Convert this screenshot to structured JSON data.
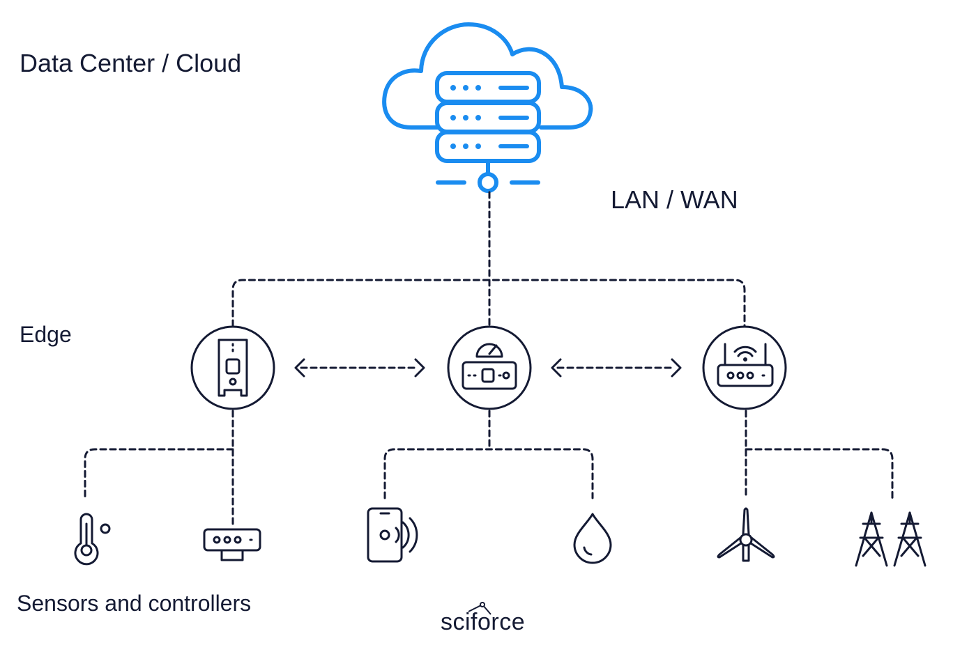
{
  "labels": {
    "cloud": "Data Center / Cloud",
    "network": "LAN / WAN",
    "edge": "Edge",
    "sensors": "Sensors and controllers"
  },
  "brand": {
    "logo_text": "sciforce"
  },
  "colors": {
    "accent": "#1a8cf0",
    "ink": "#141a33"
  },
  "icons": {
    "cloud": "cloud-server-icon",
    "edge": [
      "edge-device-icon",
      "gateway-gauge-icon",
      "wifi-router-icon"
    ],
    "sensors": [
      "thermometer-icon",
      "controller-box-icon",
      "smartphone-nfc-icon",
      "water-drop-icon",
      "wind-turbine-icon",
      "power-tower-icon"
    ]
  }
}
